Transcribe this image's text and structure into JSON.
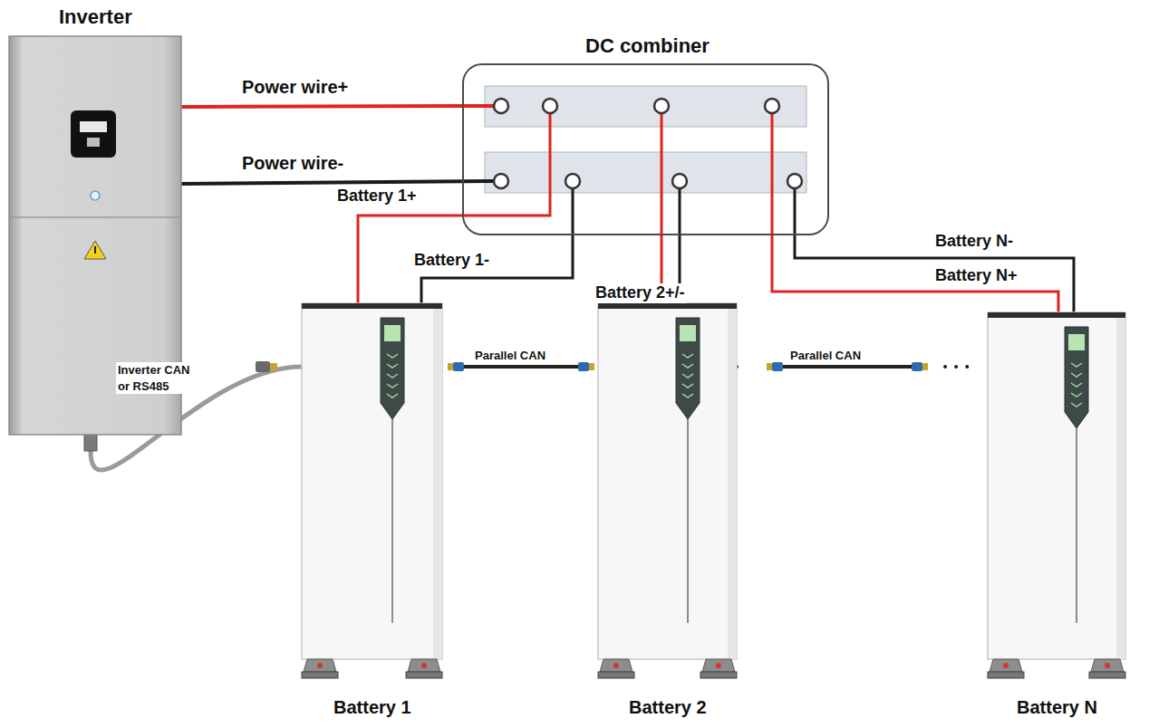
{
  "diagram": {
    "nodes": [
      {
        "text": [
          "Inverter"
        ]
      },
      {
        "text": [
          "DC combiner"
        ]
      },
      {
        "text": [
          "Battery 1"
        ]
      },
      {
        "text": [
          "Battery 2"
        ]
      },
      {
        "text": [
          "Battery N"
        ]
      }
    ],
    "edges": [
      {
        "from": 0,
        "to": 1,
        "arrow": "none",
        "label": "Power wire+"
      },
      {
        "from": 0,
        "to": 1,
        "arrow": "none",
        "label": "Power wire-"
      },
      {
        "from": 2,
        "to": 1,
        "arrow": "none",
        "label": "Battery 1+"
      },
      {
        "from": 2,
        "to": 1,
        "arrow": "none",
        "label": "Battery 1-"
      },
      {
        "from": 3,
        "to": 1,
        "arrow": "none",
        "label": "Battery 2+/-"
      },
      {
        "from": 3,
        "to": 1,
        "arrow": "none"
      },
      {
        "from": 4,
        "to": 1,
        "arrow": "none",
        "label": "Battery N-"
      },
      {
        "from": 4,
        "to": 1,
        "arrow": "none",
        "label": "Battery N+"
      },
      {
        "from": 0,
        "to": 2,
        "arrow": "none",
        "label": "Inverter CAN or RS485"
      },
      {
        "from": 2,
        "to": 3,
        "arrow": "none",
        "label": "Parallel CAN"
      },
      {
        "from": 3,
        "to": 4,
        "arrow": "none",
        "label": "Parallel CAN"
      }
    ]
  }
}
